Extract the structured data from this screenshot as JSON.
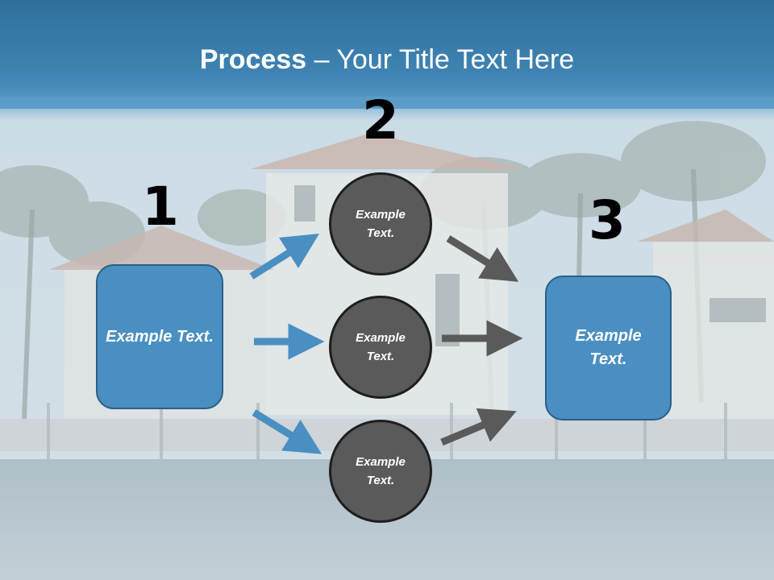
{
  "title": {
    "bold": "Process",
    "rest": " – Your Title Text Here"
  },
  "steps": {
    "one": "1",
    "two": "2",
    "three": "3"
  },
  "left_box": {
    "text": "Example Text."
  },
  "circles": [
    {
      "text": "Example Text."
    },
    {
      "text": "Example Text."
    },
    {
      "text": "Example Text."
    }
  ],
  "right_box": {
    "text": "Example Text."
  },
  "colors": {
    "box_fill": "#4a8fc2",
    "circle_fill": "#5a5a5a",
    "arrow_blue": "#4a8fc2",
    "arrow_gray": "#5a5a5a"
  }
}
